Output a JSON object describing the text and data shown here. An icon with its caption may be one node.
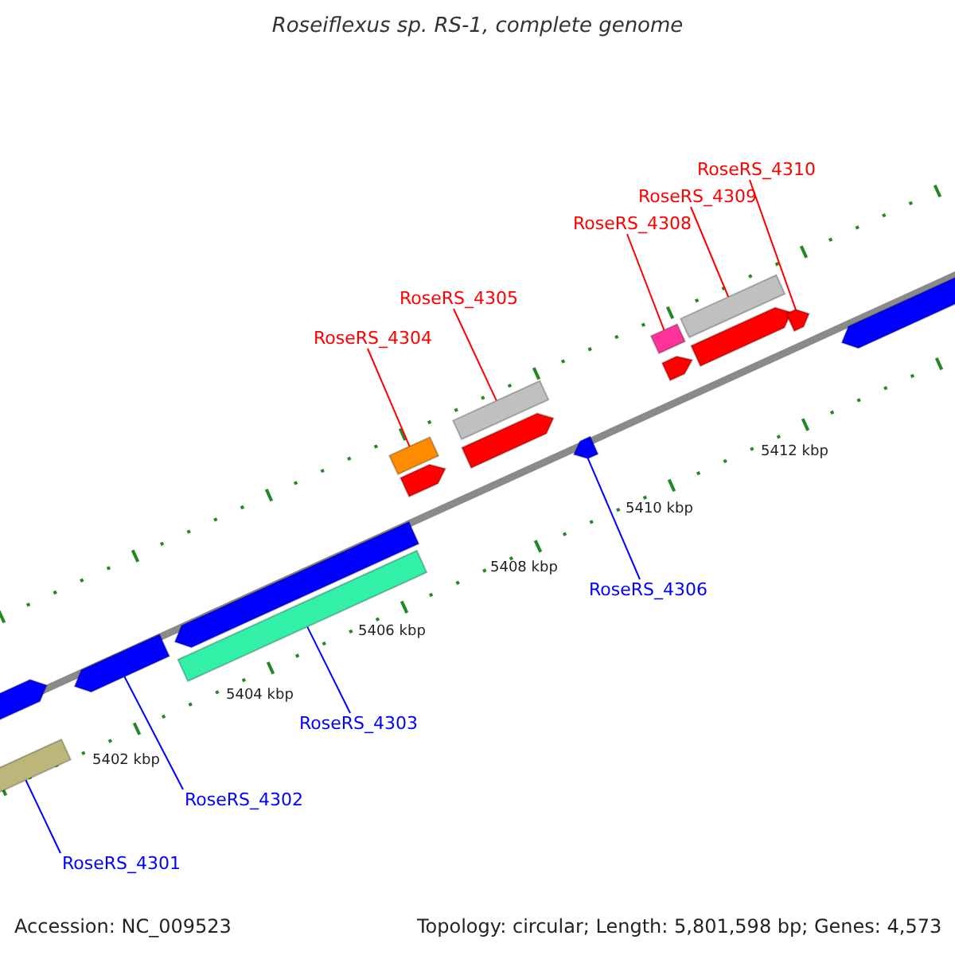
{
  "diagram": {
    "title": "Roseiflexus sp. RS-1, complete genome",
    "nodes": [
      {
        "text": [
          "RoseRS_4310"
        ]
      },
      {
        "text": [
          "RoseRS_4309"
        ]
      },
      {
        "text": [
          "RoseRS_4308"
        ]
      },
      {
        "text": [
          "RoseRS_4305"
        ]
      },
      {
        "text": [
          "RoseRS_4304"
        ]
      },
      {
        "text": [
          "RoseRS_4306"
        ]
      },
      {
        "text": [
          "RoseRS_4303"
        ]
      },
      {
        "text": [
          "RoseRS_4302"
        ]
      },
      {
        "text": [
          "RoseRS_4301"
        ]
      },
      {
        "text": [],
        "shape": "arrow"
      },
      {
        "text": [],
        "shape": "bar"
      },
      {
        "text": [],
        "shape": "arrow"
      },
      {
        "text": [],
        "shape": "arrow"
      },
      {
        "text": [],
        "shape": "bar"
      },
      {
        "text": [],
        "shape": "bar"
      },
      {
        "text": [],
        "shape": "arrow"
      },
      {
        "text": [],
        "shape": "bar"
      },
      {
        "text": [],
        "shape": "arrow"
      },
      {
        "text": [],
        "shape": "arrow"
      },
      {
        "text": [],
        "shape": "bar"
      },
      {
        "text": [],
        "shape": "arrow"
      },
      {
        "text": [],
        "shape": "bar"
      },
      {
        "text": [],
        "shape": "arrow"
      },
      {
        "text": [],
        "shape": "arrow"
      },
      {
        "text": [],
        "shape": "arrow"
      }
    ],
    "edges": [
      {
        "from": 0,
        "to": 23,
        "arrow": "none"
      },
      {
        "from": 1,
        "to": 21,
        "arrow": "none"
      },
      {
        "from": 2,
        "to": 19,
        "arrow": "none"
      },
      {
        "from": 3,
        "to": 16,
        "arrow": "none"
      },
      {
        "from": 4,
        "to": 14,
        "arrow": "none"
      },
      {
        "from": 5,
        "to": 18,
        "arrow": "none",
        "color": "#0000ff"
      },
      {
        "from": 6,
        "to": 13,
        "arrow": "none",
        "color": "#0000ff"
      },
      {
        "from": 7,
        "to": 11,
        "arrow": "none",
        "color": "#0000ff"
      },
      {
        "from": 8,
        "to": 10,
        "arrow": "none",
        "color": "#0000ff"
      }
    ],
    "labels": [
      "5412 kbp",
      "5410 kbp",
      "5408 kbp",
      "5406 kbp",
      "5404 kbp",
      "5402 kbp",
      "Accession: NC_009523",
      "Topology: circular; Length: 5,801,598 bp; Genes: 4,573"
    ]
  }
}
